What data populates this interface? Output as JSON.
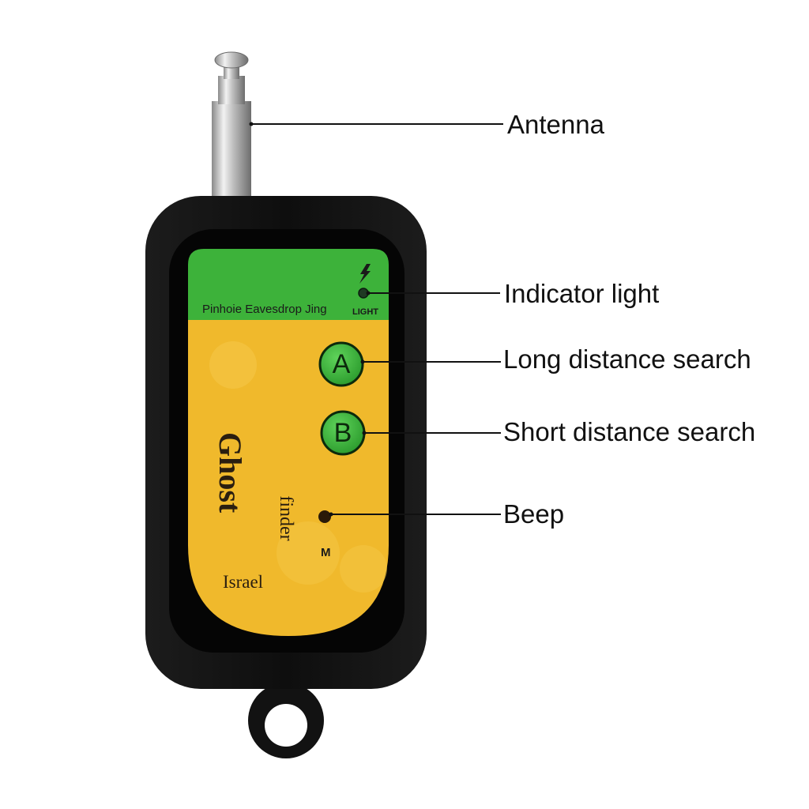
{
  "callouts": {
    "antenna": "Antenna",
    "indicator_light": "Indicator light",
    "long_distance": "Long distance search",
    "short_distance": "Short distance search",
    "beep": "Beep"
  },
  "device": {
    "strip_text": "Pinhoie Eavesdrop Jing",
    "light_label": "LIGHT",
    "brand_main": "Ghost",
    "brand_sub": "finder",
    "origin": "Israel",
    "mic_label": "M",
    "button_a": "A",
    "button_b": "B"
  },
  "colors": {
    "body": "#121212",
    "green_panel": "#3db23a",
    "yellow_panel": "#f0b92c",
    "button_green": "#3bb53b",
    "antenna_metal": "#b9b9b9"
  },
  "icons": {
    "power": "lightning-bolt-icon"
  }
}
